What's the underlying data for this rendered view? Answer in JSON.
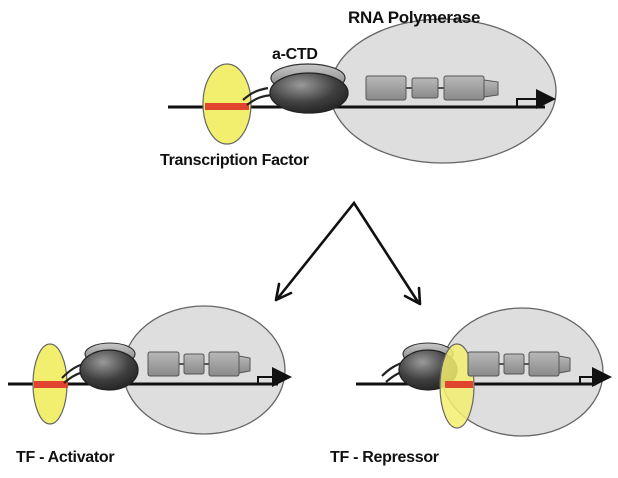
{
  "labels": {
    "rna_polymerase": "RNA Polymerase",
    "a_ctd": "a-CTD",
    "transcription_factor": "Transcription Factor",
    "tf_activator": "TF - Activator",
    "tf_repressor": "TF - Repressor"
  },
  "colors": {
    "tf_yellow": "#f2ef7a",
    "binding_site_red": "#e0452f",
    "polymerase_fill": "#dcdcdc",
    "ctd_dark": "#4a4a4a",
    "gene_gray": "#9a9a9a",
    "dna_line": "#111111"
  }
}
